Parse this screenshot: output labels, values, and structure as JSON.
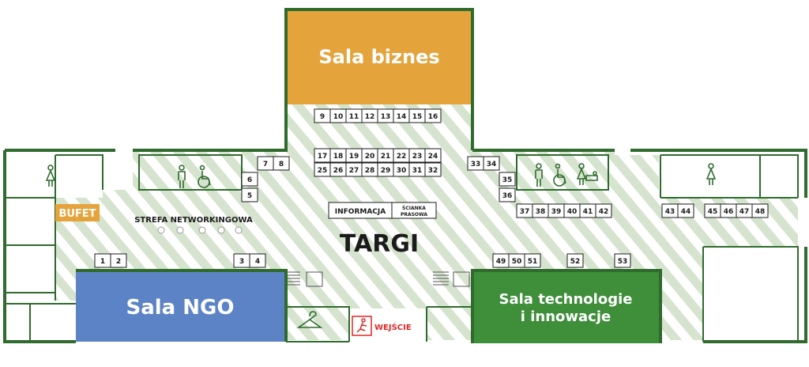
{
  "colors": {
    "wall": "#2f6b2d",
    "hall_stripe": "#d6e4cf",
    "sala_biznes": "#e5a33c",
    "sala_ngo": "#5b83c6",
    "sala_tech": "#3e8e3a",
    "bufet": "#e5a33c",
    "exit_red": "#e02626"
  },
  "rooms": {
    "sala_biznes": "Sala biznes",
    "sala_ngo": "Sala NGO",
    "sala_tech_line1": "Sala technologie",
    "sala_tech_line2": "i innowacje"
  },
  "labels": {
    "targi": "TARGI",
    "bufet": "BUFET",
    "strefa": "STREFA NETWORKINGOWA",
    "informacja": "INFORMACJA",
    "scianka_line1": "ŚCIANKA",
    "scianka_line2": "PRASOWA",
    "wejscie": "WEJŚCIE"
  },
  "icons": [
    "woman-wc-icon",
    "man-wc-icon",
    "wheelchair-icon",
    "baby-change-icon",
    "cloakroom-hanger-icon",
    "emergency-exit-icon"
  ],
  "booths": [
    "1",
    "2",
    "3",
    "4",
    "5",
    "6",
    "7",
    "8",
    "9",
    "10",
    "11",
    "12",
    "13",
    "14",
    "15",
    "16",
    "17",
    "18",
    "19",
    "20",
    "21",
    "22",
    "23",
    "24",
    "25",
    "26",
    "27",
    "28",
    "29",
    "30",
    "31",
    "32",
    "33",
    "34",
    "35",
    "36",
    "37",
    "38",
    "39",
    "40",
    "41",
    "42",
    "43",
    "44",
    "45",
    "46",
    "47",
    "48",
    "49",
    "50",
    "51",
    "52",
    "53"
  ]
}
